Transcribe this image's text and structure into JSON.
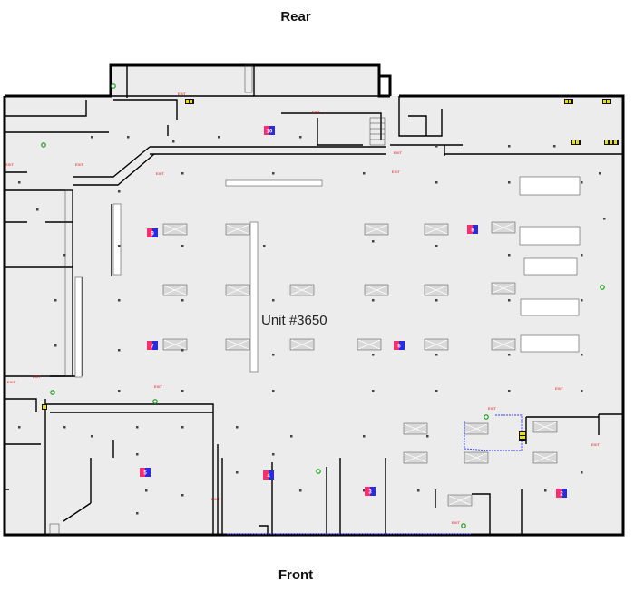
{
  "labels": {
    "rear": "Rear",
    "front": "Front",
    "unit": "Unit #3650"
  },
  "markers": [
    {
      "id": "m1",
      "text": "10"
    },
    {
      "id": "m2",
      "text": "9"
    },
    {
      "id": "m3",
      "text": "8"
    },
    {
      "id": "m4",
      "text": "7"
    },
    {
      "id": "m5",
      "text": "6"
    },
    {
      "id": "m6",
      "text": "5"
    },
    {
      "id": "m7",
      "text": "4"
    },
    {
      "id": "m8",
      "text": "3"
    },
    {
      "id": "m9",
      "text": "2"
    }
  ],
  "exit_sign_text": "EXIT",
  "colors": {
    "floor": "#ececec",
    "wall": "#000000",
    "marker_pink": "#ff2d6f",
    "marker_blue": "#2a2adf",
    "exit_red": "#e00000",
    "fixture": "#d6d6d6",
    "door_blue": "#3a3aff"
  }
}
